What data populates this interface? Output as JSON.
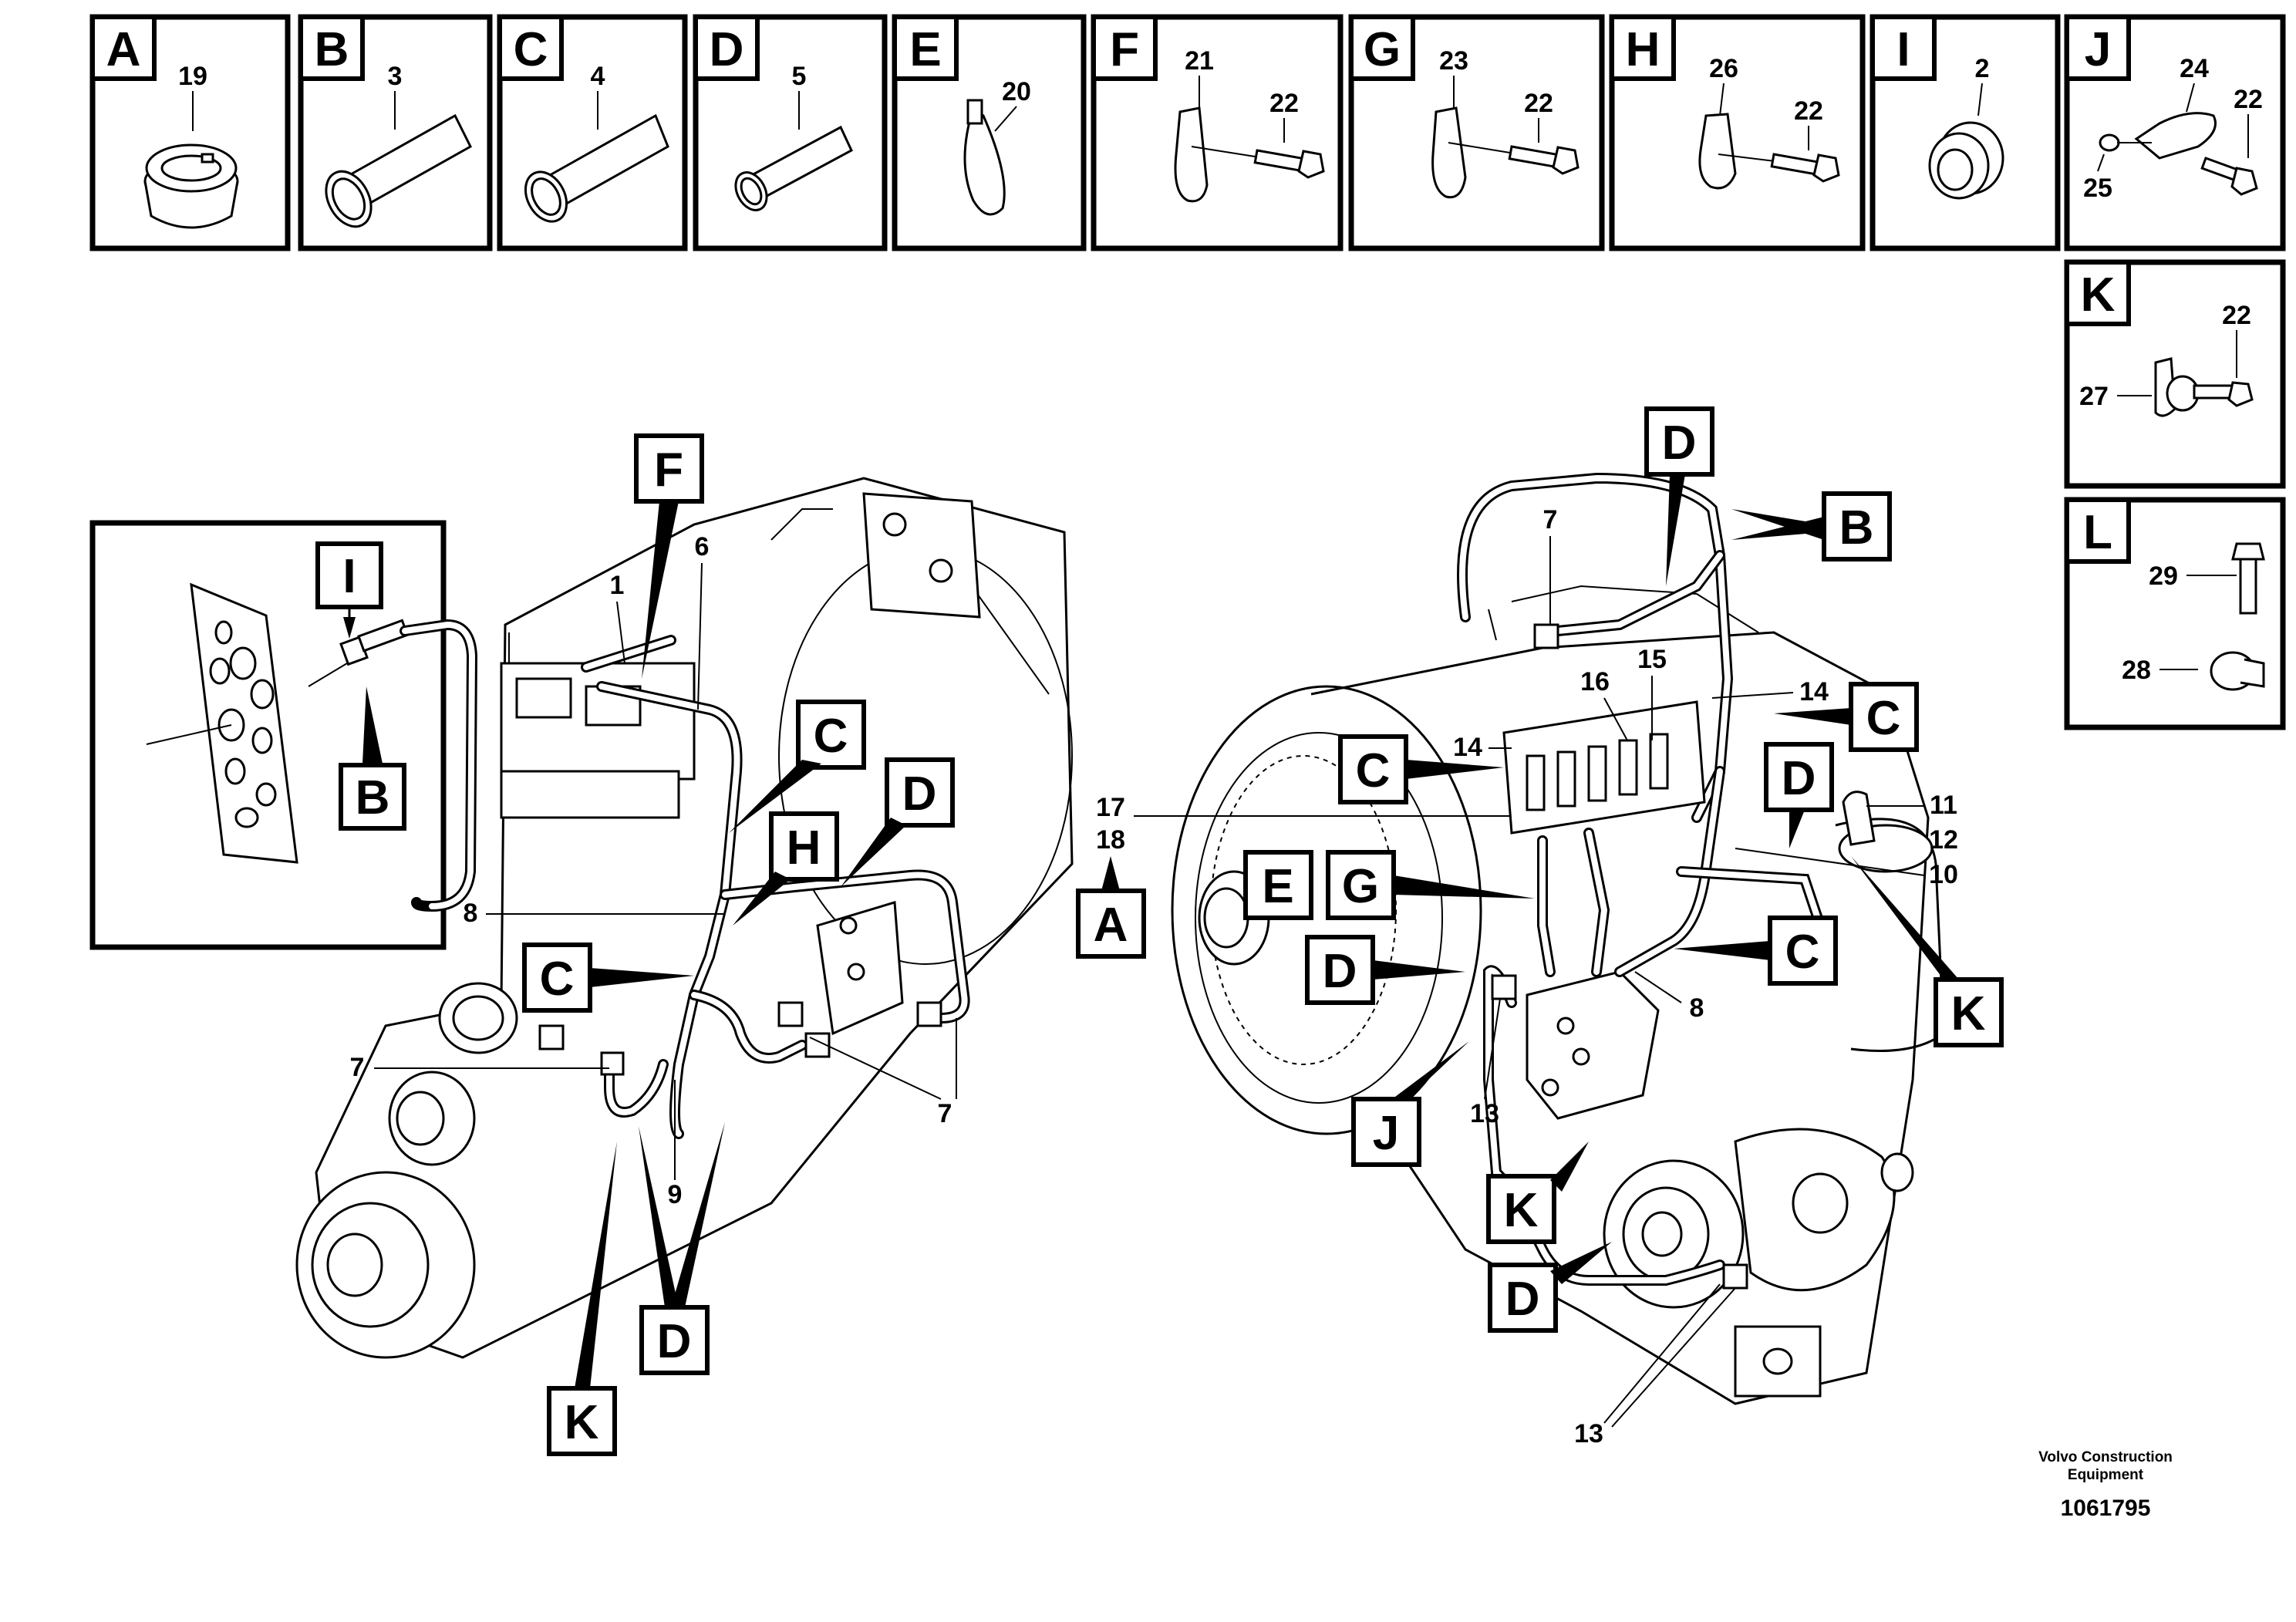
{
  "legend_panels": [
    {
      "letter": "A",
      "parts": [
        "19"
      ]
    },
    {
      "letter": "B",
      "parts": [
        "3"
      ]
    },
    {
      "letter": "C",
      "parts": [
        "4"
      ]
    },
    {
      "letter": "D",
      "parts": [
        "5"
      ]
    },
    {
      "letter": "E",
      "parts": [
        "20"
      ]
    },
    {
      "letter": "F",
      "parts": [
        "21",
        "22"
      ]
    },
    {
      "letter": "G",
      "parts": [
        "23",
        "22"
      ]
    },
    {
      "letter": "H",
      "parts": [
        "26",
        "22"
      ]
    },
    {
      "letter": "I",
      "parts": [
        "2"
      ]
    },
    {
      "letter": "J",
      "parts": [
        "24",
        "22",
        "25"
      ]
    },
    {
      "letter": "K",
      "parts": [
        "22",
        "27"
      ]
    },
    {
      "letter": "L",
      "parts": [
        "29",
        "28"
      ]
    }
  ],
  "inset": {
    "letters": [
      "I",
      "B"
    ]
  },
  "left_view": {
    "letters": [
      "F",
      "C",
      "D",
      "H",
      "C",
      "D",
      "K"
    ],
    "numbers": [
      "1",
      "6",
      "8",
      "7",
      "7",
      "9"
    ]
  },
  "center": {
    "numbers": [
      "17",
      "18"
    ],
    "letter": "A"
  },
  "right_view": {
    "letters": [
      "D",
      "B",
      "C",
      "C",
      "D",
      "E",
      "G",
      "D",
      "C",
      "K",
      "J",
      "K",
      "D"
    ],
    "numbers": [
      "7",
      "16",
      "15",
      "14",
      "14",
      "11",
      "12",
      "10",
      "8",
      "13",
      "13"
    ]
  },
  "footer": {
    "company": "Volvo Construction",
    "company2": "Equipment",
    "drawing_number": "1061795"
  }
}
